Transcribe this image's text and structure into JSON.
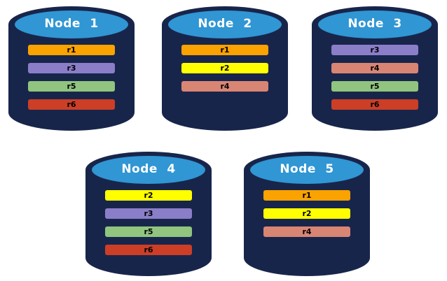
{
  "diagram": {
    "background": "#FFFFFF",
    "colors": {
      "cylinder_body": "#18254B",
      "cylinder_top": "#3096D4",
      "title_text": "#FFFFFF",
      "bar_text": "#000000"
    },
    "replica_colors": {
      "r1": "#F9A200",
      "r2": "#FFFF00",
      "r3": "#8B7EC8",
      "r4": "#D98574",
      "r5": "#90C47F",
      "r6": "#CC3E26"
    },
    "nodes": [
      {
        "label": "Node 1",
        "replicas": [
          "r1",
          "r3",
          "r5",
          "r6"
        ]
      },
      {
        "label": "Node 2",
        "replicas": [
          "r1",
          "r2",
          "r4"
        ]
      },
      {
        "label": "Node 3",
        "replicas": [
          "r3",
          "r4",
          "r5",
          "r6"
        ]
      },
      {
        "label": "Node 4",
        "replicas": [
          "r2",
          "r3",
          "r5",
          "r6"
        ]
      },
      {
        "label": "Node 5",
        "replicas": [
          "r1",
          "r2",
          "r4"
        ]
      }
    ]
  }
}
